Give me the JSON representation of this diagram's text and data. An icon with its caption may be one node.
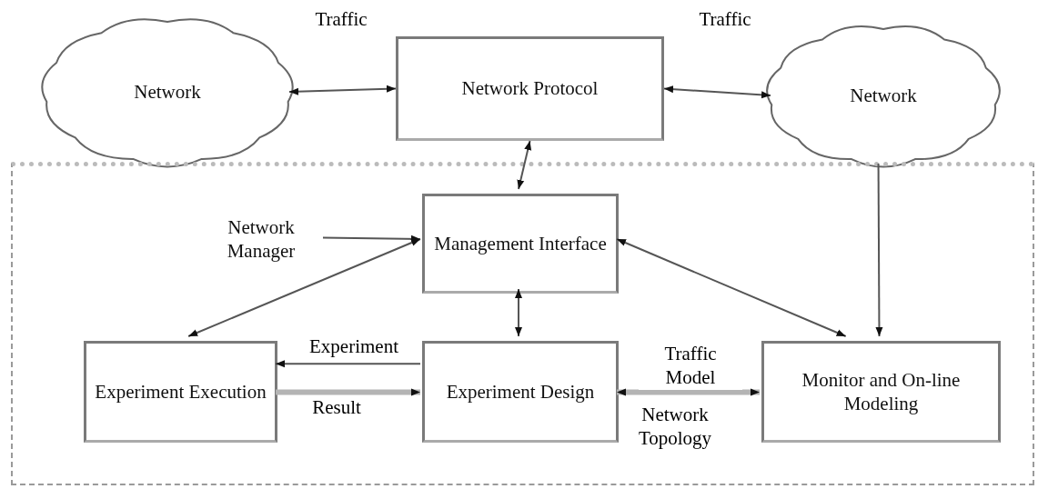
{
  "diagram": {
    "nodes": [
      {
        "text": [
          "Network"
        ]
      },
      {
        "text": [
          "Network Protocol"
        ]
      },
      {
        "text": [
          "Network"
        ]
      },
      {
        "text": [],
        "shape": "box"
      },
      {
        "text": [
          "Network Manager"
        ],
        "in": 3
      },
      {
        "text": [
          "Management Interface"
        ],
        "in": 3
      },
      {
        "text": [
          "Experiment Execution"
        ],
        "in": 3
      },
      {
        "text": [
          "Experiment Design"
        ],
        "in": 3
      },
      {
        "text": [
          "Monitor and On-line Modeling"
        ],
        "in": 3
      }
    ],
    "edges": [
      {
        "from": 0,
        "to": 1,
        "arrow": "both",
        "label": "Traffic"
      },
      {
        "from": 1,
        "to": 2,
        "arrow": "both",
        "label": "Traffic"
      },
      {
        "from": 1,
        "to": 5,
        "arrow": "both"
      },
      {
        "from": 4,
        "to": 5,
        "arrow": "to"
      },
      {
        "from": 5,
        "to": 6,
        "arrow": "both"
      },
      {
        "from": 5,
        "to": 8,
        "arrow": "both"
      },
      {
        "from": 2,
        "to": 8,
        "arrow": "to"
      },
      {
        "from": 5,
        "to": 7,
        "arrow": "both"
      },
      {
        "from": 7,
        "to": 6,
        "arrow": "to",
        "label": "Experiment"
      },
      {
        "from": 6,
        "to": 7,
        "arrow": "to",
        "label": "Result",
        "style": "thick",
        "color": "#b4b4b4"
      },
      {
        "from": 7,
        "to": 8,
        "arrow": "both",
        "label": "Traffic Model",
        "style": "thick",
        "color": "#b4b4b4"
      }
    ],
    "labels": [
      "Network Topology"
    ]
  }
}
